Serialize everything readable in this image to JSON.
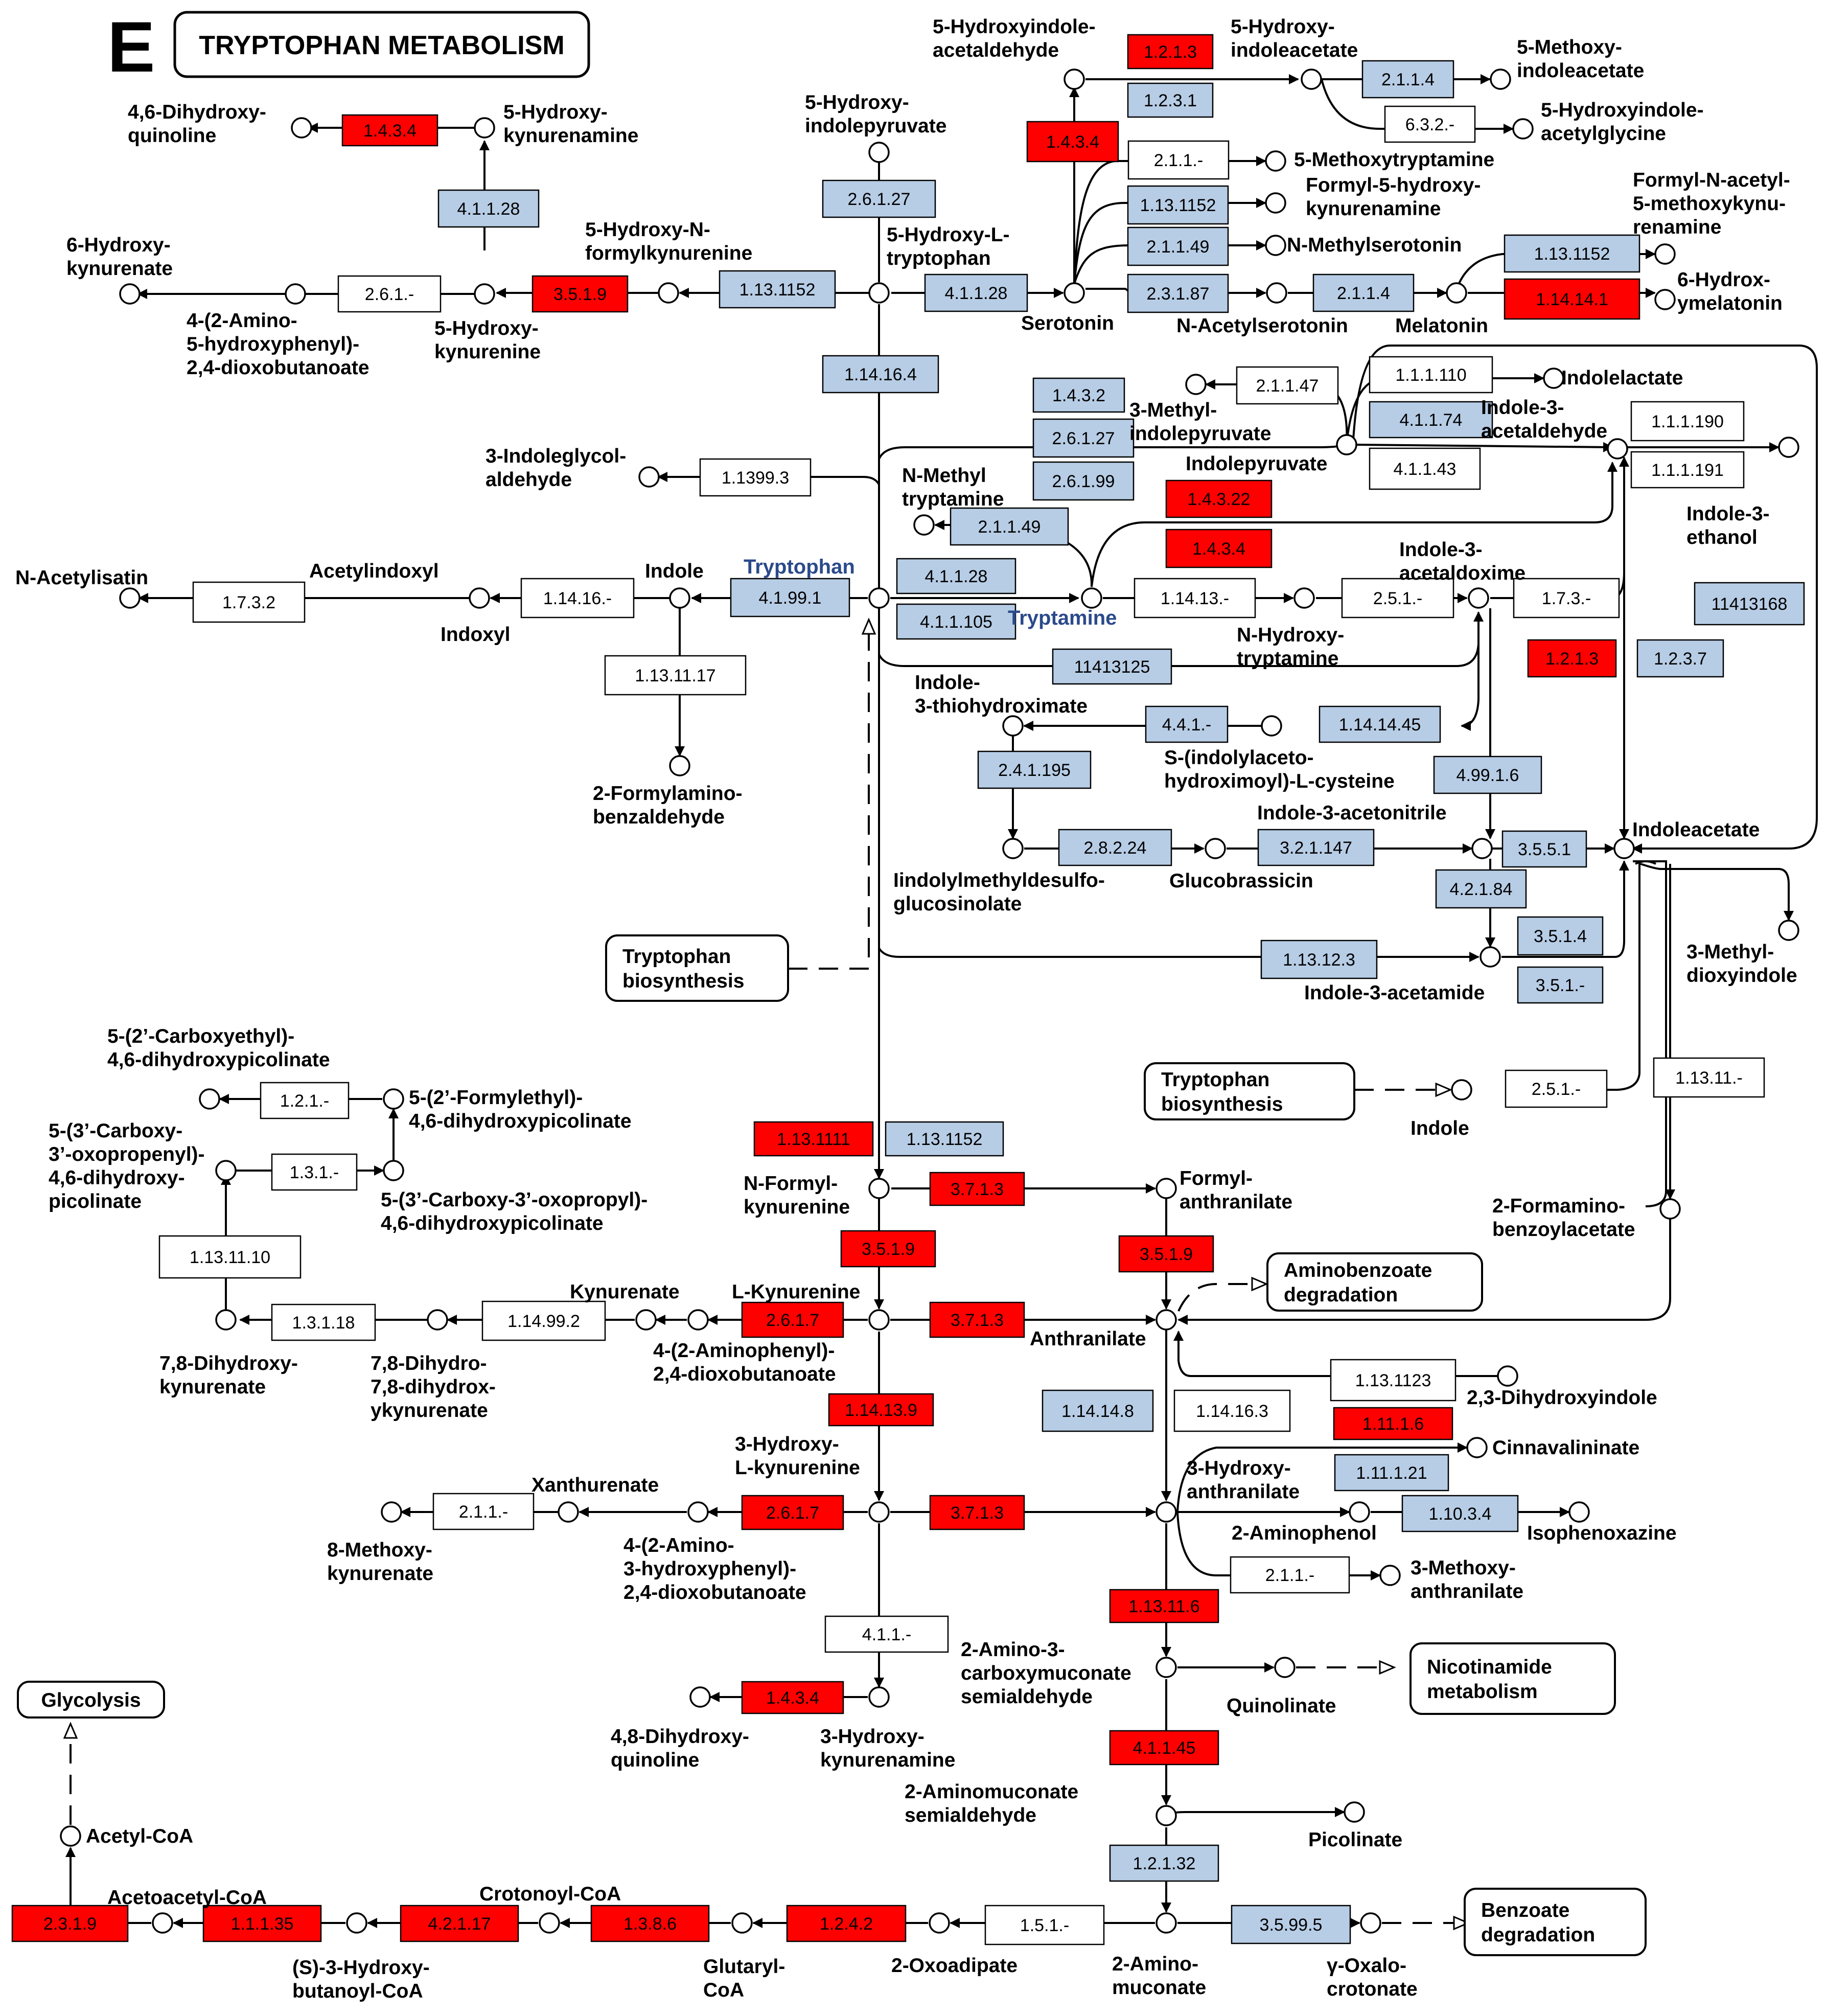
{
  "panel_letter": "E",
  "title": "TRYPTOPHAN METABOLISM",
  "colors": {
    "up": "#ff0000",
    "detected": "#b7cde6",
    "none": "#ffffff"
  },
  "enzymes": [
    {
      "id": "e1",
      "label": "1.4.3.4",
      "state": "up"
    },
    {
      "id": "e2",
      "label": "4.1.1.28",
      "state": "detected"
    },
    {
      "id": "e3",
      "label": "2.6.1.-",
      "state": "none"
    },
    {
      "id": "e4",
      "label": "3.5.1.9",
      "state": "up"
    },
    {
      "id": "e5",
      "label": "1.13.1152",
      "state": "detected"
    },
    {
      "id": "e6",
      "label": "2.6.1.27",
      "state": "detected"
    },
    {
      "id": "e7",
      "label": "4.1.1.28",
      "state": "detected"
    },
    {
      "id": "e8",
      "label": "1.14.16.4",
      "state": "detected"
    },
    {
      "id": "e9",
      "label": "1.2.1.3",
      "state": "up"
    },
    {
      "id": "e10",
      "label": "1.2.3.1",
      "state": "detected"
    },
    {
      "id": "e11",
      "label": "2.1.1.4",
      "state": "detected"
    },
    {
      "id": "e12",
      "label": "6.3.2.-",
      "state": "none"
    },
    {
      "id": "e13",
      "label": "1.4.3.4",
      "state": "up"
    },
    {
      "id": "e14",
      "label": "2.1.1.-",
      "state": "none"
    },
    {
      "id": "e15",
      "label": "1.13.1152",
      "state": "detected"
    },
    {
      "id": "e16",
      "label": "2.1.1.49",
      "state": "detected"
    },
    {
      "id": "e17",
      "label": "2.3.1.87",
      "state": "detected"
    },
    {
      "id": "e18",
      "label": "2.1.1.4",
      "state": "detected"
    },
    {
      "id": "e19",
      "label": "1.13.1152",
      "state": "detected"
    },
    {
      "id": "e20",
      "label": "1.14.14.1",
      "state": "up"
    },
    {
      "id": "e21",
      "label": "1.4.3.2",
      "state": "detected"
    },
    {
      "id": "e22",
      "label": "2.6.1.27",
      "state": "detected"
    },
    {
      "id": "e23",
      "label": "2.6.1.99",
      "state": "detected"
    },
    {
      "id": "e24",
      "label": "2.1.1.47",
      "state": "none"
    },
    {
      "id": "e25",
      "label": "1.1.1.110",
      "state": "none"
    },
    {
      "id": "e26",
      "label": "4.1.1.74",
      "state": "detected"
    },
    {
      "id": "e27",
      "label": "4.1.1.43",
      "state": "none"
    },
    {
      "id": "e28",
      "label": "1.1.1.190",
      "state": "none"
    },
    {
      "id": "e29",
      "label": "1.1.1.191",
      "state": "none"
    },
    {
      "id": "e30",
      "label": "1.4.3.22",
      "state": "up"
    },
    {
      "id": "e31",
      "label": "1.4.3.4",
      "state": "up"
    },
    {
      "id": "e32",
      "label": "1.1399.3",
      "state": "none"
    },
    {
      "id": "e33",
      "label": "2.1.1.49",
      "state": "detected"
    },
    {
      "id": "e34",
      "label": "4.1.1.28",
      "state": "detected"
    },
    {
      "id": "e35",
      "label": "4.1.99.1",
      "state": "detected"
    },
    {
      "id": "e36",
      "label": "4.1.1.105",
      "state": "detected"
    },
    {
      "id": "e37",
      "label": "1.14.16.-",
      "state": "none"
    },
    {
      "id": "e38",
      "label": "1.7.3.2",
      "state": "none"
    },
    {
      "id": "e39",
      "label": "1.13.11.17",
      "state": "none"
    },
    {
      "id": "e40",
      "label": "1.14.13.-",
      "state": "none"
    },
    {
      "id": "e41",
      "label": "2.5.1.-",
      "state": "none"
    },
    {
      "id": "e42",
      "label": "1.7.3.-",
      "state": "none"
    },
    {
      "id": "e43",
      "label": "11413168",
      "state": "detected"
    },
    {
      "id": "e44",
      "label": "1.2.1.3",
      "state": "up"
    },
    {
      "id": "e45",
      "label": "1.2.3.7",
      "state": "detected"
    },
    {
      "id": "e46",
      "label": "11413125",
      "state": "detected"
    },
    {
      "id": "e47",
      "label": "4.4.1.-",
      "state": "detected"
    },
    {
      "id": "e48",
      "label": "1.14.14.45",
      "state": "detected"
    },
    {
      "id": "e49",
      "label": "2.4.1.195",
      "state": "detected"
    },
    {
      "id": "e50",
      "label": "4.99.1.6",
      "state": "detected"
    },
    {
      "id": "e51",
      "label": "2.8.2.24",
      "state": "detected"
    },
    {
      "id": "e52",
      "label": "3.2.1.147",
      "state": "detected"
    },
    {
      "id": "e53",
      "label": "3.5.5.1",
      "state": "detected"
    },
    {
      "id": "e54",
      "label": "4.2.1.84",
      "state": "detected"
    },
    {
      "id": "e55",
      "label": "3.5.1.4",
      "state": "detected"
    },
    {
      "id": "e56",
      "label": "1.13.12.3",
      "state": "detected"
    },
    {
      "id": "e57",
      "label": "3.5.1.-",
      "state": "detected"
    },
    {
      "id": "e58",
      "label": "2.5.1.-",
      "state": "none"
    },
    {
      "id": "e59",
      "label": "1.13.11.-",
      "state": "none"
    },
    {
      "id": "e60",
      "label": "1.2.1.-",
      "state": "none"
    },
    {
      "id": "e61",
      "label": "1.3.1.-",
      "state": "none"
    },
    {
      "id": "e62",
      "label": "1.13.11.10",
      "state": "none"
    },
    {
      "id": "e63",
      "label": "1.3.1.18",
      "state": "none"
    },
    {
      "id": "e64",
      "label": "1.14.99.2",
      "state": "none"
    },
    {
      "id": "e65",
      "label": "1.13.1111",
      "state": "up"
    },
    {
      "id": "e66",
      "label": "1.13.1152",
      "state": "detected"
    },
    {
      "id": "e67",
      "label": "3.7.1.3",
      "state": "up"
    },
    {
      "id": "e68",
      "label": "3.5.1.9",
      "state": "up"
    },
    {
      "id": "e69",
      "label": "3.5.1.9",
      "state": "up"
    },
    {
      "id": "e70",
      "label": "2.6.1.7",
      "state": "up"
    },
    {
      "id": "e71",
      "label": "3.7.1.3",
      "state": "up"
    },
    {
      "id": "e72",
      "label": "1.14.13.9",
      "state": "up"
    },
    {
      "id": "e73",
      "label": "1.14.14.8",
      "state": "detected"
    },
    {
      "id": "e74",
      "label": "1.14.16.3",
      "state": "none"
    },
    {
      "id": "e75",
      "label": "1.13.1123",
      "state": "none"
    },
    {
      "id": "e76",
      "label": "1.11.1.6",
      "state": "up"
    },
    {
      "id": "e77",
      "label": "1.11.1.21",
      "state": "detected"
    },
    {
      "id": "e78",
      "label": "1.10.3.4",
      "state": "detected"
    },
    {
      "id": "e79",
      "label": "2.1.1.-",
      "state": "none"
    },
    {
      "id": "e80",
      "label": "2.6.1.7",
      "state": "up"
    },
    {
      "id": "e81",
      "label": "3.7.1.3",
      "state": "up"
    },
    {
      "id": "e82",
      "label": "2.1.1.-",
      "state": "none"
    },
    {
      "id": "e83",
      "label": "4.1.1.-",
      "state": "none"
    },
    {
      "id": "e84",
      "label": "1.4.3.4",
      "state": "up"
    },
    {
      "id": "e85",
      "label": "1.13.11.6",
      "state": "up"
    },
    {
      "id": "e86",
      "label": "4.1.1.45",
      "state": "up"
    },
    {
      "id": "e87",
      "label": "1.2.1.32",
      "state": "detected"
    },
    {
      "id": "e88",
      "label": "1.5.1.-",
      "state": "none"
    },
    {
      "id": "e89",
      "label": "3.5.99.5",
      "state": "detected"
    },
    {
      "id": "e90",
      "label": "1.2.4.2",
      "state": "up"
    },
    {
      "id": "e91",
      "label": "1.3.8.6",
      "state": "up"
    },
    {
      "id": "e92",
      "label": "4.2.1.17",
      "state": "up"
    },
    {
      "id": "e93",
      "label": "1.1.1.35",
      "state": "up"
    },
    {
      "id": "e94",
      "label": "2.3.1.9",
      "state": "up"
    }
  ],
  "maps": [
    {
      "id": "m1",
      "lines": [
        "Tryptophan",
        "biosynthesis"
      ]
    },
    {
      "id": "m2",
      "lines": [
        "Tryptophan",
        "biosynthesis"
      ]
    },
    {
      "id": "m3",
      "lines": [
        "Aminobenzoate",
        "degradation"
      ]
    },
    {
      "id": "m4",
      "lines": [
        "Nicotinamide",
        "metabolism"
      ]
    },
    {
      "id": "m5",
      "lines": [
        "Glycolysis"
      ]
    },
    {
      "id": "m6",
      "lines": [
        "Benzoate",
        "degradation"
      ]
    }
  ],
  "labels": [
    {
      "id": "l1",
      "lines": [
        "4,6-Dihydroxy-",
        "quinoline"
      ]
    },
    {
      "id": "l2",
      "lines": [
        "5-Hydroxy-",
        "kynurenamine"
      ]
    },
    {
      "id": "l3",
      "lines": [
        "6-Hydroxy-",
        "kynurenate"
      ]
    },
    {
      "id": "l4",
      "lines": [
        "4-(2-Amino-",
        "5-hydroxyphenyl)-",
        "2,4-dioxobutanoate"
      ]
    },
    {
      "id": "l5",
      "lines": [
        "5-Hydroxy-",
        "kynurenine"
      ]
    },
    {
      "id": "l6",
      "lines": [
        "5-Hydroxy-N-",
        "formylkynurenine"
      ]
    },
    {
      "id": "l7",
      "lines": [
        "5-Hydroxy-",
        "indolepyruvate"
      ]
    },
    {
      "id": "l8",
      "lines": [
        "5-Hydroxy-L-",
        "tryptophan"
      ]
    },
    {
      "id": "l9",
      "lines": [
        "5-Hydroxyindole-",
        "acetaldehyde"
      ]
    },
    {
      "id": "l10",
      "lines": [
        "5-Hydroxy-",
        "indoleacetate"
      ]
    },
    {
      "id": "l11",
      "lines": [
        "5-Methoxy-",
        "indoleacetate"
      ]
    },
    {
      "id": "l12",
      "lines": [
        "5-Hydroxyindole-",
        "acetylglycine"
      ]
    },
    {
      "id": "l13",
      "lines": [
        "5-Methoxytryptamine"
      ]
    },
    {
      "id": "l14",
      "lines": [
        "Formyl-5-hydroxy-",
        "kynurenamine"
      ]
    },
    {
      "id": "l15",
      "lines": [
        "N-Methylserotonin"
      ]
    },
    {
      "id": "l16",
      "lines": [
        "Formyl-N-acetyl-",
        "5-methoxykynu-",
        "renamine"
      ]
    },
    {
      "id": "l17",
      "lines": [
        "6-Hydrox-",
        "ymelatonin"
      ]
    },
    {
      "id": "l18",
      "lines": [
        "Serotonin"
      ]
    },
    {
      "id": "l19",
      "lines": [
        "N-Acetylserotonin"
      ]
    },
    {
      "id": "l20",
      "lines": [
        "Melatonin"
      ]
    },
    {
      "id": "l21",
      "lines": [
        "3-Indoleglycol-",
        "aldehyde"
      ]
    },
    {
      "id": "l22",
      "lines": [
        "3-Methyl-",
        "indolepyruvate"
      ]
    },
    {
      "id": "l23",
      "lines": [
        "Indolepyruvate"
      ]
    },
    {
      "id": "l24",
      "lines": [
        "Indolelactate"
      ]
    },
    {
      "id": "l25",
      "lines": [
        "Indole-3-",
        "acetaldehyde"
      ]
    },
    {
      "id": "l26",
      "lines": [
        "Indole-3-",
        "ethanol"
      ]
    },
    {
      "id": "l27",
      "lines": [
        "N-Methyl",
        "tryptamine"
      ]
    },
    {
      "id": "l28",
      "lines": [
        "N-Acetylisatin"
      ]
    },
    {
      "id": "l29",
      "lines": [
        "Acetylindoxyl"
      ]
    },
    {
      "id": "l30",
      "lines": [
        "Indole"
      ]
    },
    {
      "id": "l31",
      "lines": [
        "Indoxyl"
      ]
    },
    {
      "id": "l34",
      "lines": [
        "Indole-3-",
        "acetaldoxime"
      ]
    },
    {
      "id": "l35",
      "lines": [
        "N-Hydroxy-",
        "tryptamine"
      ]
    },
    {
      "id": "l36",
      "lines": [
        "Indole-",
        "3-thiohydroximate"
      ]
    },
    {
      "id": "l37",
      "lines": [
        "2-Formylamino-",
        "benzaldehyde"
      ]
    },
    {
      "id": "l38",
      "lines": [
        "S-(indolylaceto-",
        "hydroximoyl)-L-cysteine"
      ]
    },
    {
      "id": "l39",
      "lines": [
        "Indole-3-acetonitrile"
      ]
    },
    {
      "id": "l40",
      "lines": [
        "Indoleacetate"
      ]
    },
    {
      "id": "l41",
      "lines": [
        "Iindolylmethyldesulfo-",
        "glucosinolate"
      ]
    },
    {
      "id": "l42",
      "lines": [
        "Glucobrassicin"
      ]
    },
    {
      "id": "l43",
      "lines": [
        "3-Methyl-",
        "dioxyindole"
      ]
    },
    {
      "id": "l44",
      "lines": [
        "Indole-3-acetamide"
      ]
    },
    {
      "id": "l45",
      "lines": [
        "Indole"
      ]
    },
    {
      "id": "l46",
      "lines": [
        "5-(2’-Carboxyethyl)-",
        "4,6-dihydroxypicolinate"
      ]
    },
    {
      "id": "l47",
      "lines": [
        "5-(2’-Formylethyl)-",
        "4,6-dihydroxypicolinate"
      ]
    },
    {
      "id": "l48",
      "lines": [
        "5-(3’-Carboxy-",
        "3’-oxopropenyl)-",
        "4,6-dihydroxy-",
        "picolinate"
      ]
    },
    {
      "id": "l49",
      "lines": [
        "5-(3’-Carboxy-3’-oxopropyl)-",
        "4,6-dihydroxypicolinate"
      ]
    },
    {
      "id": "l50",
      "lines": [
        "N-Formyl-",
        "kynurenine"
      ]
    },
    {
      "id": "l51",
      "lines": [
        "Formyl-",
        "anthranilate"
      ]
    },
    {
      "id": "l52",
      "lines": [
        "2-Formamino-",
        "benzoylacetate"
      ]
    },
    {
      "id": "l53",
      "lines": [
        "Kynurenate"
      ]
    },
    {
      "id": "l54",
      "lines": [
        "L-Kynurenine"
      ]
    },
    {
      "id": "l55",
      "lines": [
        "Anthranilate"
      ]
    },
    {
      "id": "l56",
      "lines": [
        "7,8-Dihydroxy-",
        "kynurenate"
      ]
    },
    {
      "id": "l57",
      "lines": [
        "7,8-Dihydro-",
        "7,8-dihydrox-",
        "ykynurenate"
      ]
    },
    {
      "id": "l58",
      "lines": [
        "4-(2-Aminophenyl)-",
        "2,4-dioxobutanoate"
      ]
    },
    {
      "id": "l59",
      "lines": [
        "2,3-Dihydroxyindole"
      ]
    },
    {
      "id": "l60",
      "lines": [
        "Cinnavalininate"
      ]
    },
    {
      "id": "l61",
      "lines": [
        "3-Hydroxy-",
        "L-kynurenine"
      ]
    },
    {
      "id": "l62",
      "lines": [
        "3-Hydroxy-",
        "anthranilate"
      ]
    },
    {
      "id": "l63",
      "lines": [
        "Xanthurenate"
      ]
    },
    {
      "id": "l64",
      "lines": [
        "2-Aminophenol"
      ]
    },
    {
      "id": "l65",
      "lines": [
        "Isophenoxazine"
      ]
    },
    {
      "id": "l66",
      "lines": [
        "8-Methoxy-",
        "kynurenate"
      ]
    },
    {
      "id": "l67",
      "lines": [
        "4-(2-Amino-",
        "3-hydroxyphenyl)-",
        "2,4-dioxobutanoate"
      ]
    },
    {
      "id": "l68",
      "lines": [
        "3-Methoxy-",
        "anthranilate"
      ]
    },
    {
      "id": "l69",
      "lines": [
        "2-Amino-3-",
        "carboxymuconate",
        "semialdehyde"
      ]
    },
    {
      "id": "l70",
      "lines": [
        "Quinolinate"
      ]
    },
    {
      "id": "l71",
      "lines": [
        "4,8-Dihydroxy-",
        "quinoline"
      ]
    },
    {
      "id": "l72",
      "lines": [
        "3-Hydroxy-",
        "kynurenamine"
      ]
    },
    {
      "id": "l73",
      "lines": [
        "2-Aminomuconate",
        "semialdehyde"
      ]
    },
    {
      "id": "l74",
      "lines": [
        "Picolinate"
      ]
    },
    {
      "id": "l75",
      "lines": [
        "Acetyl-CoA"
      ]
    },
    {
      "id": "l76",
      "lines": [
        "Acetoacetyl-CoA"
      ]
    },
    {
      "id": "l77",
      "lines": [
        "Crotonoyl-CoA"
      ]
    },
    {
      "id": "l78",
      "lines": [
        "(S)-3-Hydroxy-",
        "butanoyl-CoA"
      ]
    },
    {
      "id": "l79",
      "lines": [
        "Glutaryl-",
        "CoA"
      ]
    },
    {
      "id": "l80",
      "lines": [
        "2-Oxoadipate"
      ]
    },
    {
      "id": "l81",
      "lines": [
        "2-Amino-",
        "muconate"
      ]
    },
    {
      "id": "l82",
      "lines": [
        "γ-Oxalo-",
        "crotonate"
      ]
    }
  ],
  "hub_labels": {
    "tryptophan": "Tryptophan",
    "tryptamine": "Tryptamine"
  }
}
